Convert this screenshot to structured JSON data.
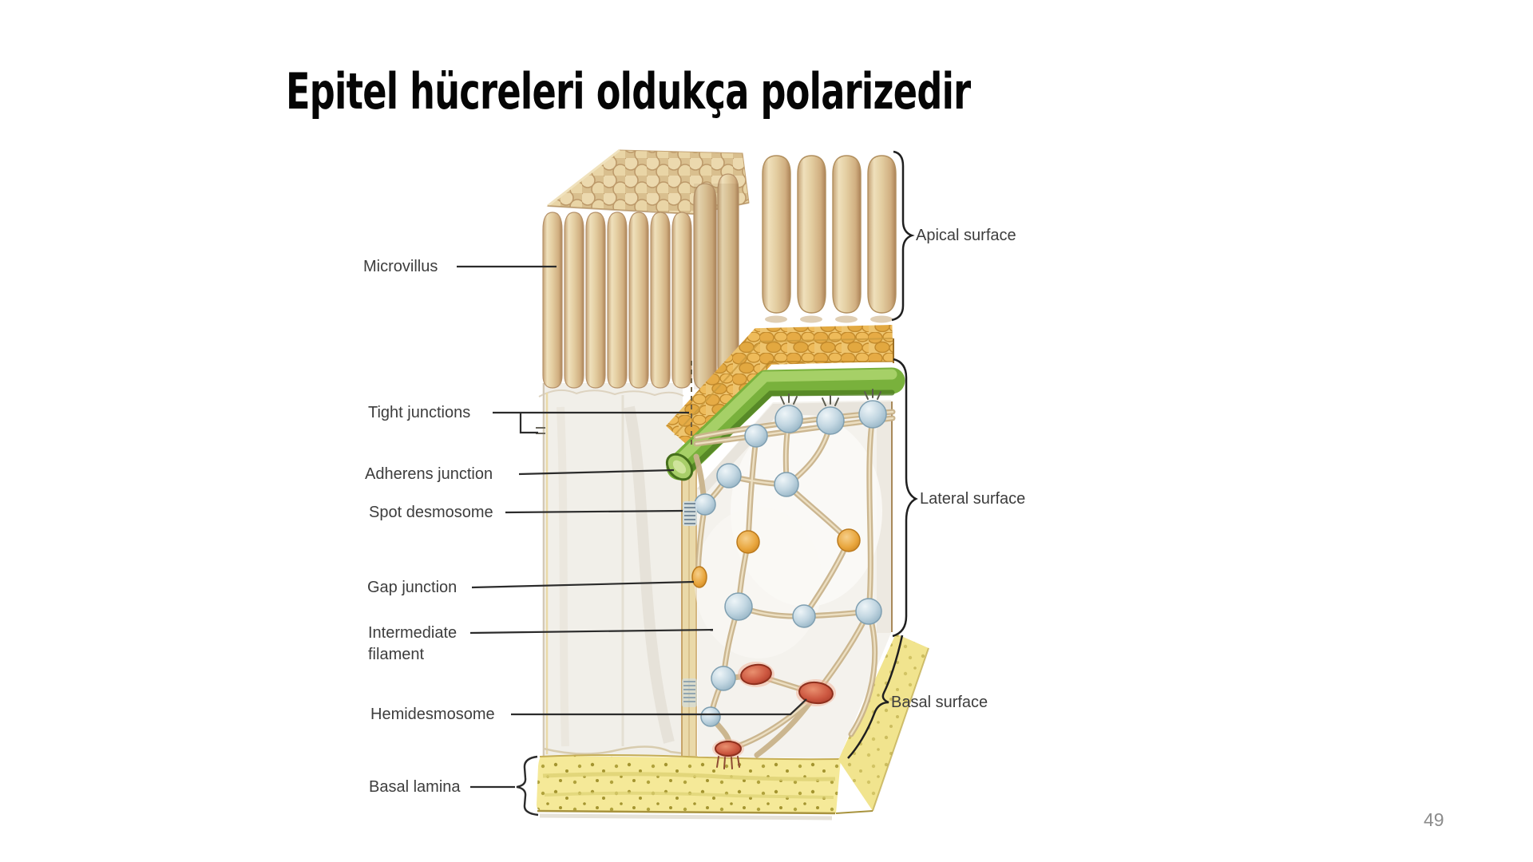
{
  "slide": {
    "title": "Epitel hücreleri oldukça polarizedir",
    "page_number": "49"
  },
  "figure": {
    "description": "Cut-away illustration of polarized epithelial cells with cell junctions",
    "labels_left": [
      {
        "label": "Microvillus"
      },
      {
        "label": "Tight junctions"
      },
      {
        "label": "Adherens junction"
      },
      {
        "label": "Spot desmosome"
      },
      {
        "label": "Gap junction"
      },
      {
        "label": "Intermediate\nfilament"
      },
      {
        "label": "Hemidesmosome"
      },
      {
        "label": "Basal lamina"
      }
    ],
    "labels_right": [
      {
        "label": "Apical surface"
      },
      {
        "label": "Lateral surface"
      },
      {
        "label": "Basal surface"
      }
    ],
    "colors": {
      "microvilli": "#e3cda0",
      "terminal_web": "#eabf62",
      "adherens_junction": "#7cb63e",
      "spot_desmosome": "#b7cedb",
      "gap_junction": "#e8a53c",
      "hemidesmosome": "#c44f38",
      "basal_lamina": "#f4e897"
    }
  }
}
